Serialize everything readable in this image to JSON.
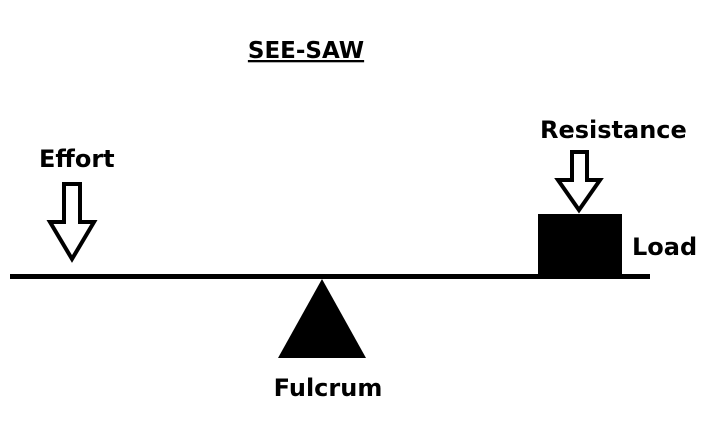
{
  "diagram": {
    "title": "SEE-SAW",
    "effort_label": "Effort",
    "resistance_label": "Resistance",
    "load_label": "Load",
    "fulcrum_label": "Fulcrum"
  },
  "colors": {
    "ink": "#000000",
    "background": "#ffffff"
  }
}
